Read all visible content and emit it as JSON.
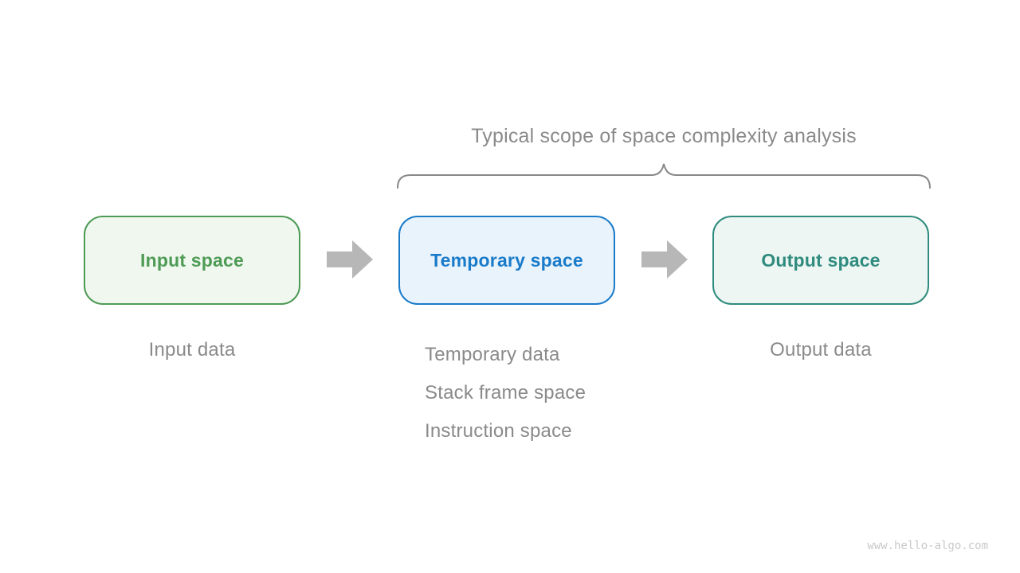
{
  "title": "Typical scope of space complexity analysis",
  "boxes": [
    {
      "label": "Input space",
      "color": "#4e9b55",
      "bg": "#f0f7ef"
    },
    {
      "label": "Temporary space",
      "color": "#1a7bc9",
      "bg": "#e9f3fc"
    },
    {
      "label": "Output space",
      "color": "#2f8b7e",
      "bg": "#edf6f2"
    }
  ],
  "captions": {
    "input": "Input data",
    "temporary": [
      "Temporary data",
      "Stack frame space",
      "Instruction space"
    ],
    "output": "Output data"
  },
  "watermark": "www.hello-algo.com",
  "colors": {
    "title_gray": "#8a8a8a",
    "brace_gray": "#888888",
    "arrow_gray": "#b7b7b7",
    "watermark_gray": "#c9c9c9"
  }
}
